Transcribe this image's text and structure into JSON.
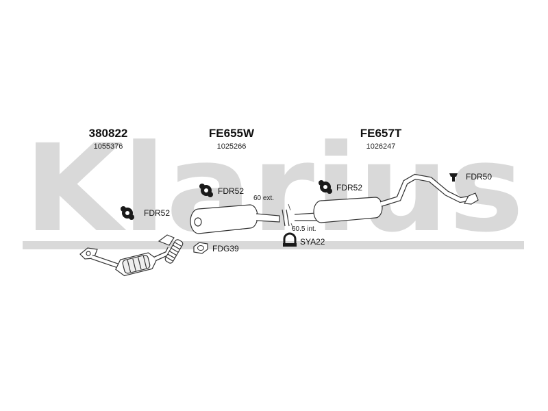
{
  "watermark": {
    "text": "Klarius"
  },
  "parts": [
    {
      "code": "380822",
      "sub": "1055376"
    },
    {
      "code": "FE655W",
      "sub": "1025266"
    },
    {
      "code": "FE657T",
      "sub": "1026247"
    }
  ],
  "fittings": {
    "fdr52_left": "FDR52",
    "fdr52_mid": "FDR52",
    "fdr52_right": "FDR52",
    "fdr50": "FDR50",
    "fdg39": "FDG39",
    "sya22": "SYA22"
  },
  "notes": {
    "ext": "60 ext.",
    "int": "60.5 int."
  },
  "colors": {
    "watermark": "#d9d9d9",
    "line": "#333333",
    "fitting": "#1a1a1a"
  }
}
